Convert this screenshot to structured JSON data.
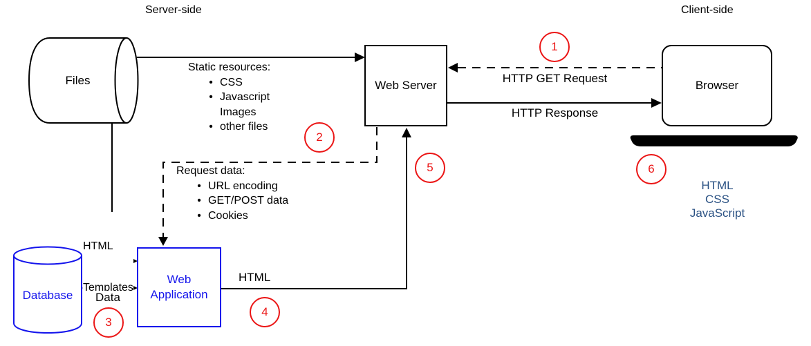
{
  "labels": {
    "server_side": "Server-side",
    "client_side": "Client-side"
  },
  "nodes": {
    "files": {
      "label": "Files"
    },
    "web_server": {
      "label": "Web Server"
    },
    "browser": {
      "label": "Browser"
    },
    "database": {
      "label": "Database"
    },
    "web_application": {
      "line1": "Web",
      "line2": "Application"
    }
  },
  "notes": {
    "static_resources": {
      "title": "Static resources:",
      "items": [
        {
          "bullet": "•",
          "text": "CSS"
        },
        {
          "bullet": "•",
          "text": "Javascript"
        },
        {
          "bullet": "",
          "text": "Images"
        },
        {
          "bullet": "•",
          "text": "other files"
        }
      ]
    },
    "request_data": {
      "title": "Request data:",
      "items": [
        {
          "bullet": "•",
          "text": "URL encoding"
        },
        {
          "bullet": "•",
          "text": "GET/POST data"
        },
        {
          "bullet": "•",
          "text": "Cookies"
        }
      ]
    }
  },
  "edges": {
    "http_get": {
      "label": "HTTP GET Request"
    },
    "http_response": {
      "label": "HTTP Response"
    },
    "html_templates": {
      "line1": "HTML",
      "line2": "Templates"
    },
    "data": {
      "label": "Data"
    },
    "html": {
      "label": "HTML"
    }
  },
  "client_tech": [
    "HTML",
    "CSS",
    "JavaScript"
  ],
  "steps": [
    "1",
    "2",
    "3",
    "4",
    "5",
    "6"
  ],
  "colors": {
    "node_blue": "#1414ec",
    "step_red": "#eb1515",
    "tech_blue": "#2a5183",
    "line_black": "#000000"
  }
}
